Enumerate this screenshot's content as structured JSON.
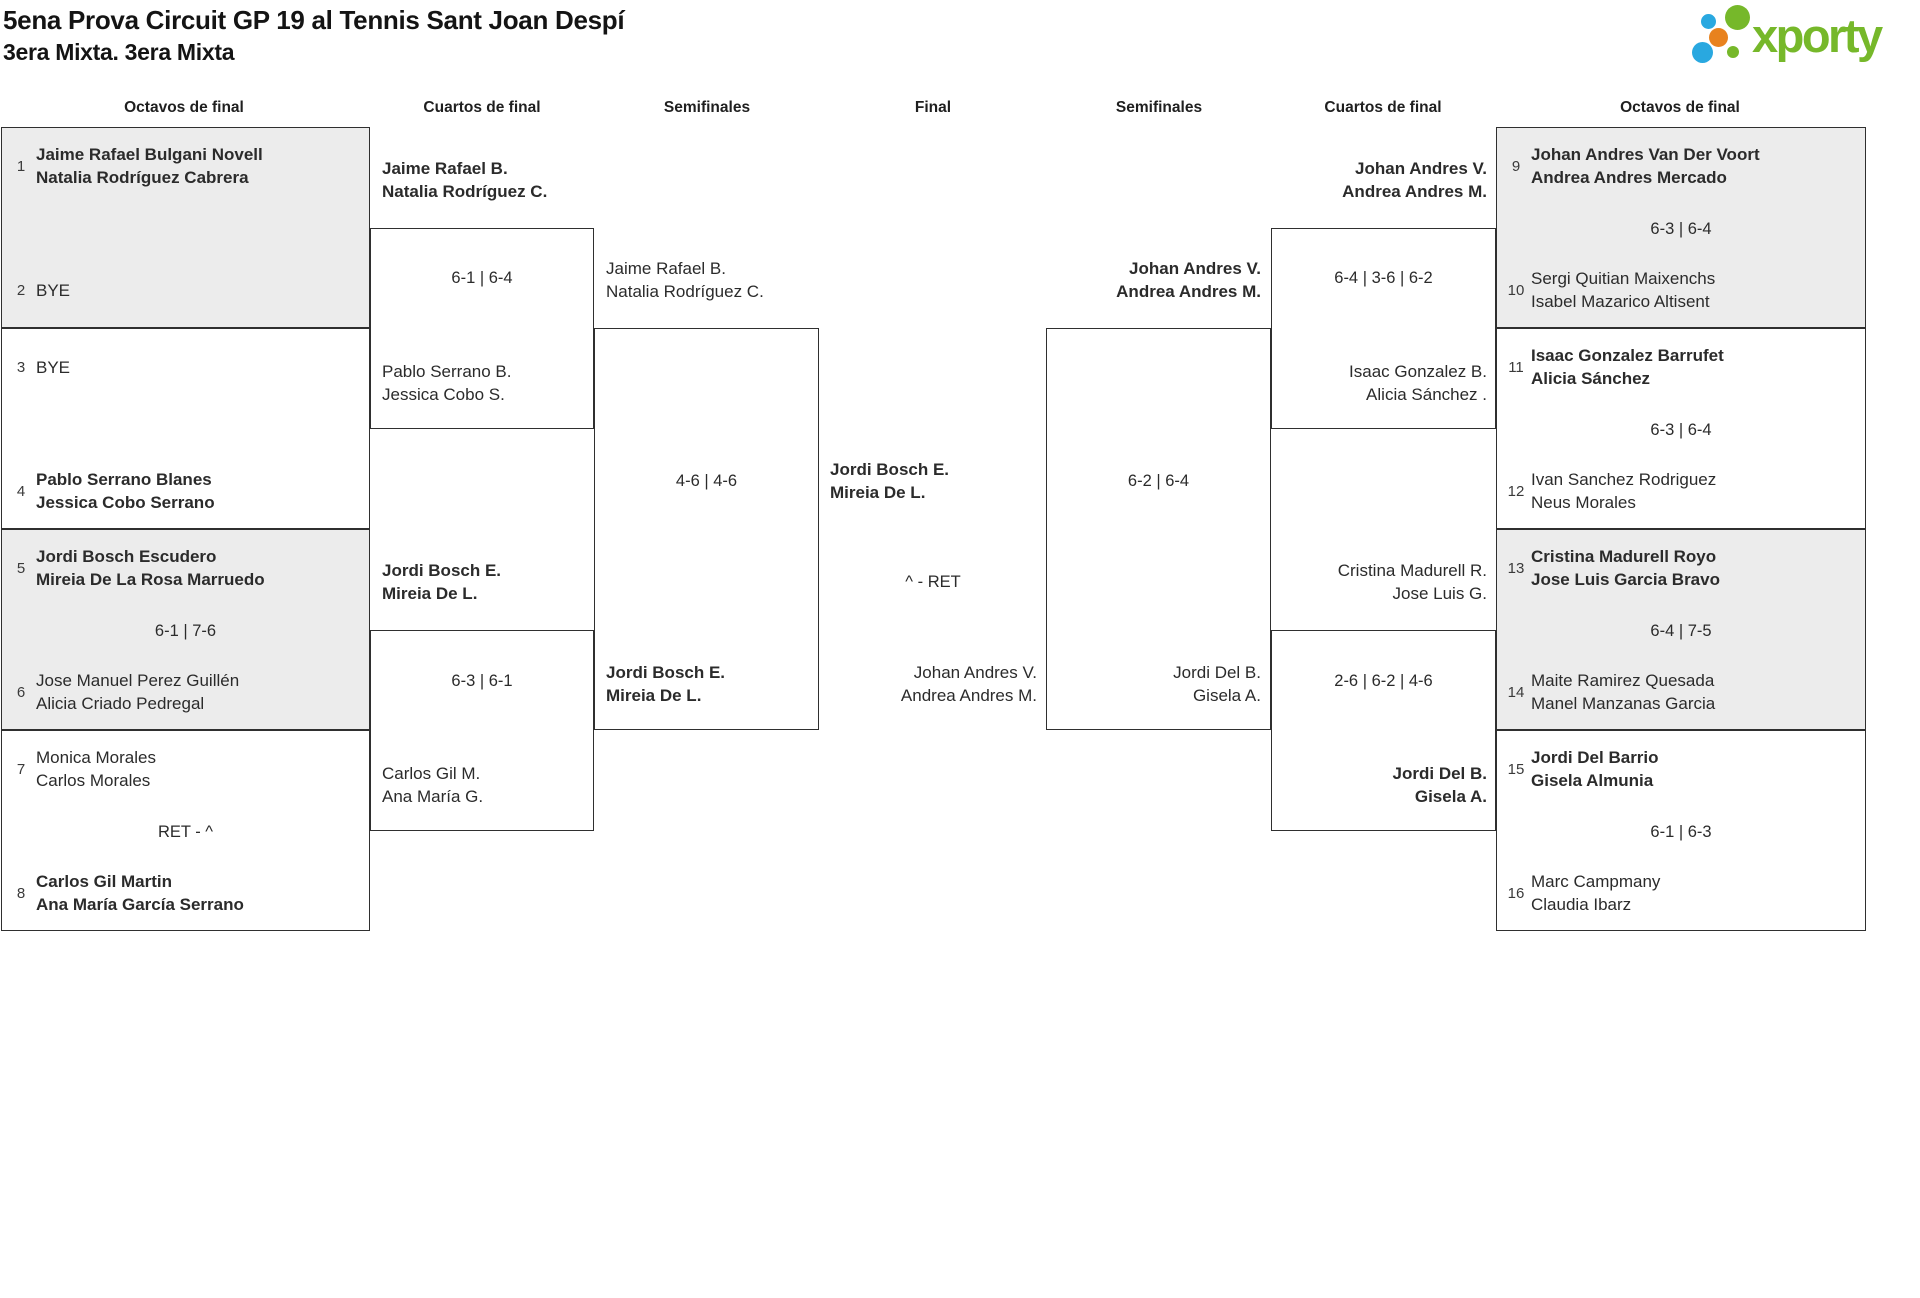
{
  "title": {
    "line1": "5ena Prova Circuit GP 19 al Tennis Sant Joan Despí",
    "line2": "3era Mixta. 3era Mixta"
  },
  "logo": {
    "brand": "xporty",
    "green": "#76b82a",
    "blue": "#29a8e0",
    "orange": "#e8821e"
  },
  "colors": {
    "shaded_box": "#ececec",
    "border": "#2f2f2f",
    "text": "#2b2b2b"
  },
  "round_labels": [
    "Octavos de final",
    "Cuartos de final",
    "Semifinales",
    "Final",
    "Semifinales",
    "Cuartos de final",
    "Octavos de final"
  ],
  "r16_left": [
    {
      "seed_top": "1",
      "team_top": [
        "Jaime Rafael Bulgani Novell",
        "Natalia Rodríguez Cabrera"
      ],
      "top_bold": true,
      "score": "",
      "seed_bottom": "2",
      "team_bottom": [
        "BYE"
      ],
      "bottom_bold": false
    },
    {
      "seed_top": "3",
      "team_top": [
        "BYE"
      ],
      "top_bold": false,
      "score": "",
      "seed_bottom": "4",
      "team_bottom": [
        "Pablo Serrano Blanes",
        "Jessica Cobo Serrano"
      ],
      "bottom_bold": true
    },
    {
      "seed_top": "5",
      "team_top": [
        "Jordi Bosch Escudero",
        "Mireia De La Rosa Marruedo"
      ],
      "top_bold": true,
      "score": "6-1 | 7-6",
      "seed_bottom": "6",
      "team_bottom": [
        "Jose Manuel Perez Guillén",
        "Alicia Criado Pedregal"
      ],
      "bottom_bold": false
    },
    {
      "seed_top": "7",
      "team_top": [
        "Monica Morales",
        "Carlos Morales"
      ],
      "top_bold": false,
      "score": "RET - ^",
      "seed_bottom": "8",
      "team_bottom": [
        "Carlos Gil Martin",
        "Ana María García Serrano"
      ],
      "bottom_bold": true
    }
  ],
  "r16_right": [
    {
      "seed_top": "9",
      "team_top": [
        "Johan Andres Van Der Voort",
        "Andrea Andres Mercado"
      ],
      "top_bold": true,
      "score": "6-3 | 6-4",
      "seed_bottom": "10",
      "team_bottom": [
        "Sergi Quitian Maixenchs",
        "Isabel Mazarico Altisent"
      ],
      "bottom_bold": false
    },
    {
      "seed_top": "11",
      "team_top": [
        "Isaac Gonzalez Barrufet",
        "Alicia Sánchez"
      ],
      "top_bold": true,
      "score": "6-3 | 6-4",
      "seed_bottom": "12",
      "team_bottom": [
        "Ivan Sanchez Rodriguez",
        "Neus Morales"
      ],
      "bottom_bold": false
    },
    {
      "seed_top": "13",
      "team_top": [
        "Cristina Madurell Royo",
        "Jose Luis Garcia Bravo"
      ],
      "top_bold": true,
      "score": "6-4 | 7-5",
      "seed_bottom": "14",
      "team_bottom": [
        "Maite Ramirez Quesada",
        "Manel Manzanas Garcia"
      ],
      "bottom_bold": false
    },
    {
      "seed_top": "15",
      "team_top": [
        "Jordi Del Barrio",
        "Gisela Almunia"
      ],
      "top_bold": true,
      "score": "6-1 | 6-3",
      "seed_bottom": "16",
      "team_bottom": [
        "Marc Campmany",
        "Claudia Ibarz"
      ],
      "bottom_bold": false
    }
  ],
  "qf_left": [
    {
      "team_top": [
        "Jaime Rafael B.",
        "Natalia Rodríguez C."
      ],
      "top_bold": true,
      "score": "6-1 | 6-4",
      "team_bottom": [
        "Pablo Serrano B.",
        "Jessica Cobo S."
      ],
      "bottom_bold": false
    },
    {
      "team_top": [
        "Jordi Bosch E.",
        "Mireia De L."
      ],
      "top_bold": true,
      "score": "6-3 | 6-1",
      "team_bottom": [
        "Carlos Gil M.",
        "Ana María G."
      ],
      "bottom_bold": false
    }
  ],
  "qf_right": [
    {
      "team_top": [
        "Johan Andres V.",
        "Andrea Andres M."
      ],
      "top_bold": true,
      "score": "6-4 | 3-6 | 6-2",
      "team_bottom": [
        "Isaac Gonzalez B.",
        "Alicia Sánchez ."
      ],
      "bottom_bold": false
    },
    {
      "team_top": [
        "Cristina Madurell R.",
        "Jose Luis G."
      ],
      "top_bold": false,
      "score": "2-6 | 6-2 | 4-6",
      "team_bottom": [
        "Jordi Del B.",
        "Gisela A."
      ],
      "bottom_bold": true
    }
  ],
  "sf_left": {
    "team_top": [
      "Jaime Rafael B.",
      "Natalia Rodríguez C."
    ],
    "top_bold": false,
    "score": "4-6 | 4-6",
    "team_bottom": [
      "Jordi Bosch E.",
      "Mireia De L."
    ],
    "bottom_bold": true
  },
  "sf_right": {
    "team_top": [
      "Johan Andres V.",
      "Andrea Andres M."
    ],
    "top_bold": true,
    "score": "6-2 | 6-4",
    "team_bottom": [
      "Jordi Del B.",
      "Gisela A."
    ],
    "bottom_bold": false
  },
  "final": {
    "team_top": [
      "Jordi Bosch E.",
      "Mireia De L."
    ],
    "top_bold": true,
    "score": "^ - RET",
    "team_bottom": [
      "Johan Andres V.",
      "Andrea Andres M."
    ],
    "bottom_bold": false
  }
}
